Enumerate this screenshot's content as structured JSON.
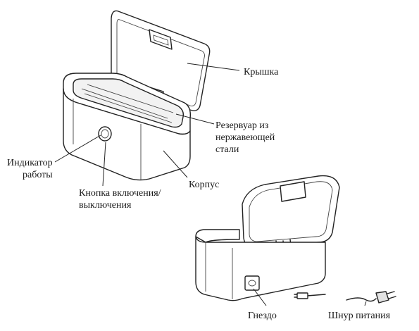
{
  "labels": {
    "lid": "Крышка",
    "tank": [
      "Резервуар из",
      "нержавеющей",
      "стали"
    ],
    "indicator": [
      "Индикатор",
      "работы"
    ],
    "power_button": [
      "Кнопка включения/",
      "выключения"
    ],
    "body": "Корпус",
    "socket": "Гнездо",
    "power_cord": "Шнур питания"
  }
}
